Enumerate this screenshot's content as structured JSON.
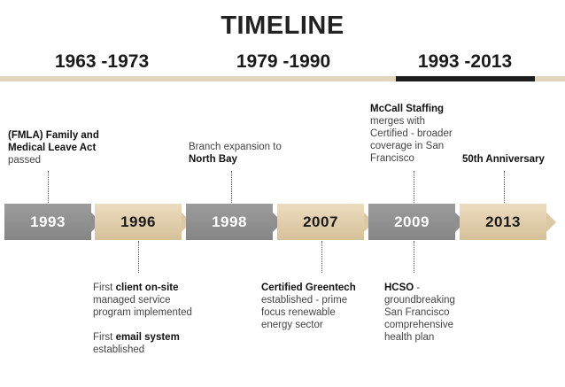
{
  "title": "TIMELINE",
  "eras": [
    {
      "label": "1963 -1973",
      "active": false
    },
    {
      "label": "1979 -1990",
      "active": false
    },
    {
      "label": "1993 -2013",
      "active": true
    }
  ],
  "steps": [
    {
      "year": "1993",
      "style": "gray"
    },
    {
      "year": "1996",
      "style": "tan"
    },
    {
      "year": "1998",
      "style": "gray"
    },
    {
      "year": "2007",
      "style": "tan"
    },
    {
      "year": "2009",
      "style": "gray"
    },
    {
      "year": "2013",
      "style": "tan"
    }
  ],
  "notes": {
    "n1993": {
      "bold": "(FMLA) Family and Medical Leave Act",
      "rest": "passed"
    },
    "n1996a": {
      "pre": "First ",
      "bold": "client on-site",
      "rest": " managed service program implemented"
    },
    "n1996b": {
      "pre": "First ",
      "bold": "email system",
      "rest": " established"
    },
    "n1998": {
      "pre": "Branch expansion to ",
      "bold": "North Bay"
    },
    "n2007": {
      "bold": "Certified Greentech",
      "rest": " established - prime focus renewable energy sector"
    },
    "n2009a": {
      "bold": "McCall Staffing",
      "rest": " merges with Certified - broader coverage in San Francisco"
    },
    "n2009b": {
      "bold": "HCSO",
      "rest": " - groundbreaking San Francisco comprehensive health plan"
    },
    "n2013": {
      "bold": "50th Anniversary"
    }
  },
  "colors": {
    "gray": "#8f8f8f",
    "tan": "#e1cfae",
    "active_band": "#1e1e1e",
    "band": "#e1d4bf"
  }
}
